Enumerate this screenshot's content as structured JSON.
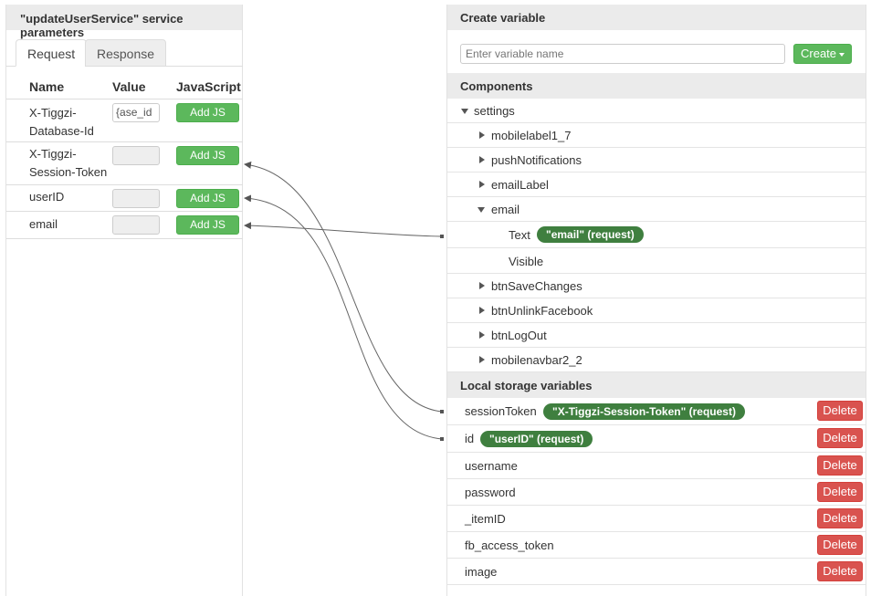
{
  "left_panel": {
    "title": "\"updateUserService\" service parameters",
    "tabs": [
      {
        "label": "Request",
        "active": true
      },
      {
        "label": "Response",
        "active": false
      }
    ],
    "columns": {
      "name": "Name",
      "value": "Value",
      "javascript": "JavaScript"
    },
    "params": [
      {
        "name": "X-Tiggzi-Database-Id",
        "value": "ase_id}",
        "button": "Add JS"
      },
      {
        "name": "X-Tiggzi-Session-Token",
        "value": "",
        "button": "Add JS"
      },
      {
        "name": "userID",
        "value": "",
        "button": "Add JS"
      },
      {
        "name": "email",
        "value": "",
        "button": "Add JS"
      }
    ]
  },
  "right_panel": {
    "create_variable": {
      "title": "Create variable",
      "placeholder": "Enter variable name",
      "button": "Create"
    },
    "components": {
      "title": "Components",
      "tree": [
        {
          "label": "settings",
          "expanded": true
        },
        {
          "label": "mobilelabel1_7",
          "expanded": false
        },
        {
          "label": "pushNotifications",
          "expanded": false
        },
        {
          "label": "emailLabel",
          "expanded": false
        },
        {
          "label": "email",
          "expanded": true
        },
        {
          "label": "Text",
          "badge": "\"email\" (request)"
        },
        {
          "label": "Visible"
        },
        {
          "label": "btnSaveChanges",
          "expanded": false
        },
        {
          "label": "btnUnlinkFacebook",
          "expanded": false
        },
        {
          "label": "btnLogOut",
          "expanded": false
        },
        {
          "label": "mobilenavbar2_2",
          "expanded": false
        }
      ]
    },
    "local_storage": {
      "title": "Local storage variables",
      "delete_label": "Delete",
      "items": [
        {
          "name": "sessionToken",
          "badge": "\"X-Tiggzi-Session-Token\" (request)"
        },
        {
          "name": "id",
          "badge": "\"userID\" (request)"
        },
        {
          "name": "username"
        },
        {
          "name": "password"
        },
        {
          "name": "_itemID"
        },
        {
          "name": "fb_access_token"
        },
        {
          "name": "image"
        }
      ]
    }
  },
  "colors": {
    "green_button": "#5cb85c",
    "mapping_badge": "#3f7f3f",
    "delete_button": "#d9534f",
    "header_bg": "#ebebeb"
  }
}
